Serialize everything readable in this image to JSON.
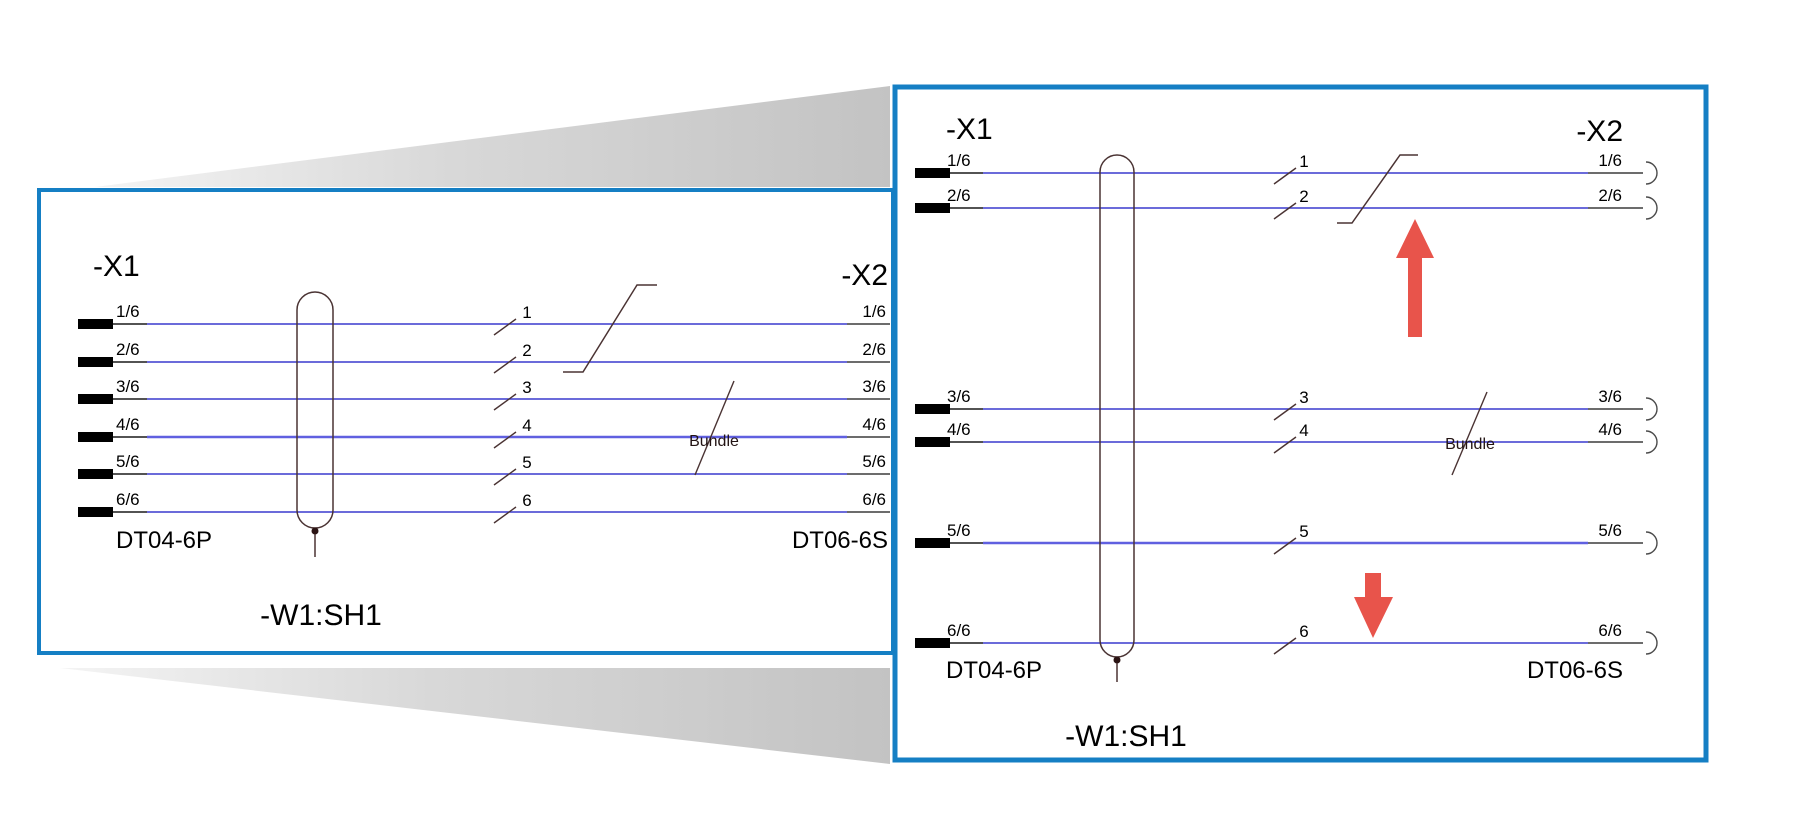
{
  "colors": {
    "panel_border": "#157fc4",
    "wire": "#3a3ace",
    "wire_highlight": "#6060e0",
    "symbol_line": "#4a3333",
    "arrow": "#e8544b",
    "pin": "#000000",
    "wedge_light": "#f2f2f2",
    "wedge_dark": "#c3c3c3"
  },
  "left": {
    "title_left": "-X1",
    "title_right": "-X2",
    "connector_left": "DT04-6P",
    "connector_right": "DT06-6S",
    "cable": "-W1:SH1",
    "bundle_label": "Bundle",
    "pins": [
      "1/6",
      "2/6",
      "3/6",
      "4/6",
      "5/6",
      "6/6"
    ],
    "wire_numbers": [
      "1",
      "2",
      "3",
      "4",
      "5",
      "6"
    ]
  },
  "right": {
    "title_left": "-X1",
    "title_right": "-X2",
    "connector_left": "DT04-6P",
    "connector_right": "DT06-6S",
    "cable": "-W1:SH1",
    "bundle_label": "Bundle",
    "pins": [
      "1/6",
      "2/6",
      "3/6",
      "4/6",
      "5/6",
      "6/6"
    ],
    "wire_numbers": [
      "1",
      "2",
      "3",
      "4",
      "5",
      "6"
    ]
  }
}
